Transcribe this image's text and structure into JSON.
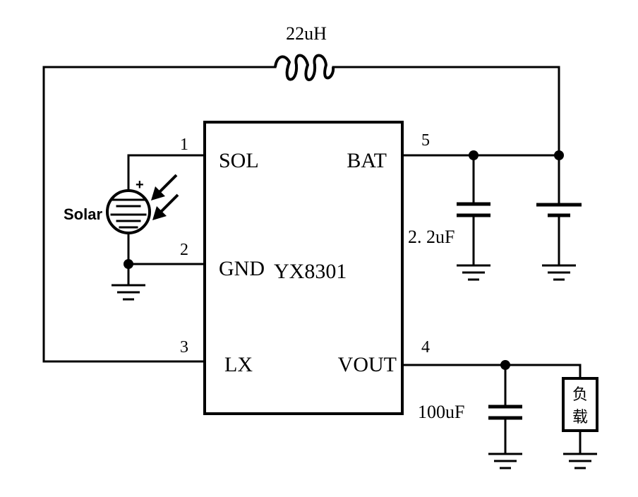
{
  "inductor": {
    "value": "22uH"
  },
  "chip": {
    "name": "YX8301",
    "pins": [
      {
        "number": "1",
        "label": "SOL"
      },
      {
        "number": "2",
        "label": "GND"
      },
      {
        "number": "3",
        "label": "LX"
      },
      {
        "number": "5",
        "label": "BAT"
      },
      {
        "number": "4",
        "label": "VOUT"
      }
    ]
  },
  "solar": {
    "label": "Solar",
    "polarity": "+"
  },
  "capacitors": {
    "bat_cap": "2. 2uF",
    "vout_cap": "100uF"
  },
  "load": {
    "char1": "负",
    "char2": "载"
  }
}
